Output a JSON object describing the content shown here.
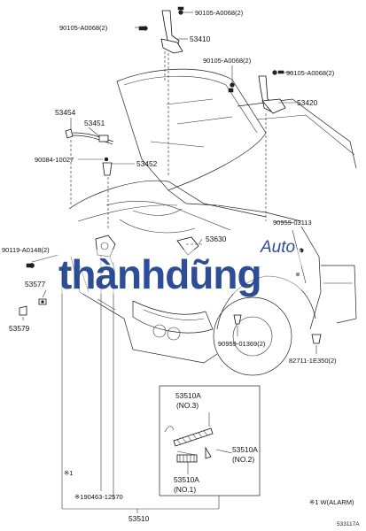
{
  "labels": {
    "bolt_hinge_top": "90105-A0068(2)",
    "bolt_hinge_top_left": "90105-A0068(2)",
    "hinge_left": "53410",
    "bolt_hinge_right_a": "90105-A0068(2)",
    "bolt_hinge_right_b": "90105-A0068(2)",
    "hinge_right": "53420",
    "support_rod": "53454",
    "rod_holder": "53451",
    "clip": "90084-10027",
    "rod_bracket": "53452",
    "clip_right": "90959-03113",
    "bolt_front_left": "90119-A0148(2)",
    "hood_lock_latch": "53630",
    "bumper_seal": "53577",
    "stopper": "53579",
    "clip_lower": "90959-01369(2)",
    "grommet": "82711-1E350(2)",
    "cable_alarm": "※190463-12570",
    "lock_release": "53510",
    "note_marker": "※1",
    "spring_no3_part": "53510A",
    "spring_no3_label": "(NO.3)",
    "spring_no2_part": "53510A",
    "spring_no2_label": "(NO.2)",
    "spring_no1_part": "53510A",
    "spring_no1_label": "(NO.1)",
    "footnote": "※1 W(ALARM)",
    "figure_id": "533117A"
  },
  "watermark": {
    "brand": "thànhdũng",
    "suffix": "Auto",
    "color": "#1c3f8f"
  }
}
